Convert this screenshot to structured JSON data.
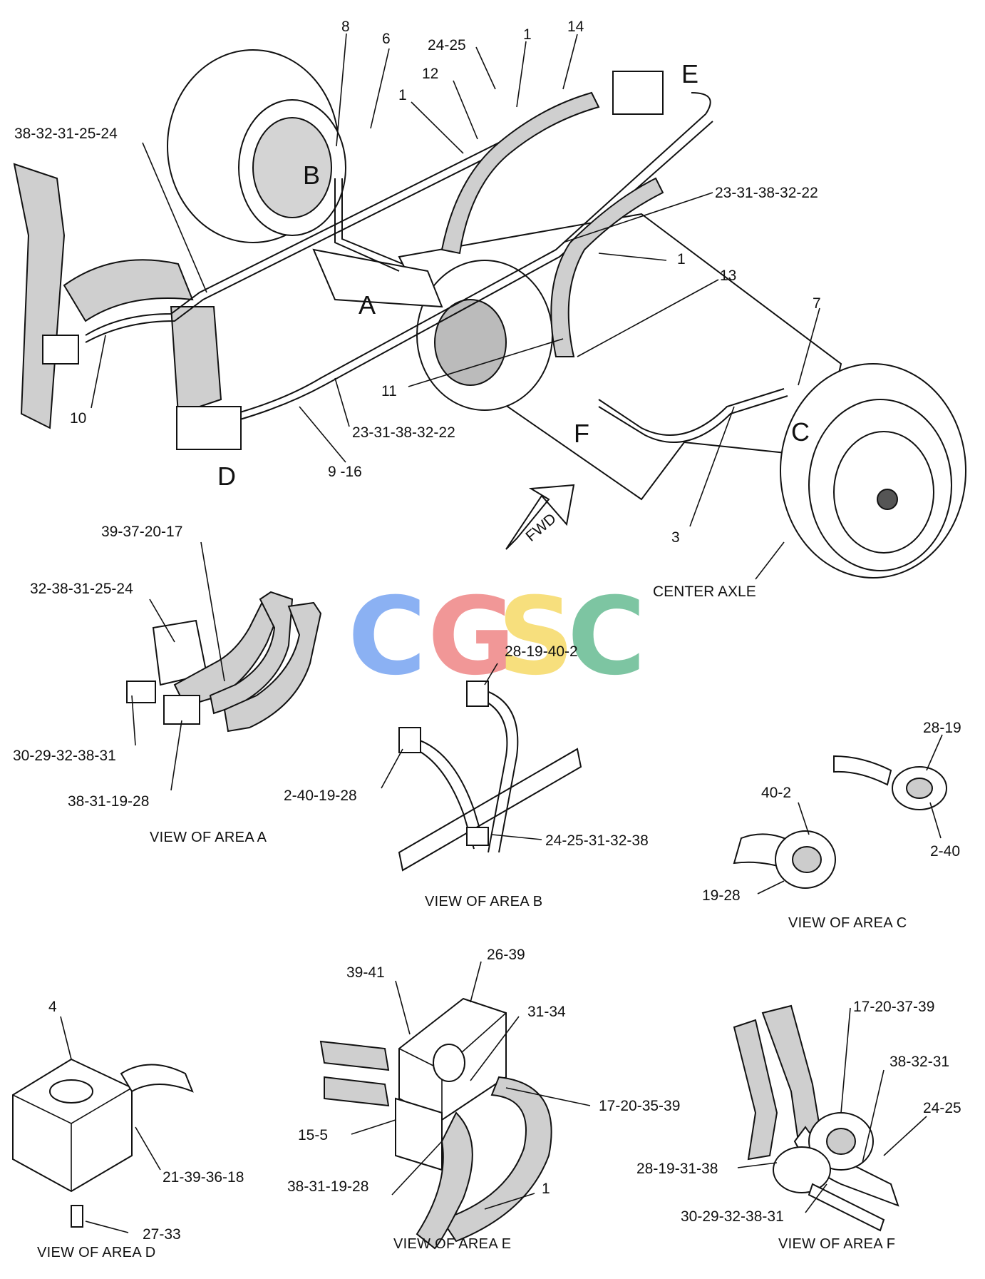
{
  "watermark": {
    "letters": [
      "C",
      "G",
      "S",
      "C"
    ],
    "colors": [
      "#7fa9f2",
      "#f08c8c",
      "#f7dc6f",
      "#6fbf98"
    ]
  },
  "main_view": {
    "area_letters": [
      "A",
      "B",
      "C",
      "D",
      "E",
      "F"
    ],
    "callouts": [
      "8",
      "6",
      "24-25",
      "1",
      "14",
      "12",
      "1",
      "38-32-31-25-24",
      "23-31-38-32-22",
      "1",
      "13",
      "7",
      "11",
      "10",
      "23-31-38-32-22",
      "9 -16",
      "3"
    ],
    "fwd_label": "FWD",
    "axle_label": "CENTER AXLE"
  },
  "views": {
    "a": {
      "caption": "VIEW OF AREA  A",
      "callouts": [
        "39-37-20-17",
        "32-38-31-25-24",
        "30-29-32-38-31",
        "38-31-19-28"
      ]
    },
    "b": {
      "caption": "VIEW OF AREA  B",
      "callouts": [
        "28-19-40-2",
        "2-40-19-28",
        "24-25-31-32-38"
      ]
    },
    "c": {
      "caption": "VIEW OF AREA  C",
      "callouts": [
        "28-19",
        "40-2",
        "2-40",
        "19-28"
      ]
    },
    "d": {
      "caption": "VIEW OF AREA  D",
      "callouts": [
        "4",
        "21-39-36-18",
        "27-33"
      ]
    },
    "e": {
      "caption": "VIEW OF AREA  E",
      "callouts": [
        "26-39",
        "39-41",
        "31-34",
        "17-20-35-39",
        "15-5",
        "38-31-19-28",
        "1"
      ]
    },
    "f": {
      "caption": "VIEW OF AREA  F",
      "callouts": [
        "17-20-37-39",
        "38-32-31",
        "24-25",
        "28-19-31-38",
        "30-29-32-38-31"
      ]
    }
  }
}
